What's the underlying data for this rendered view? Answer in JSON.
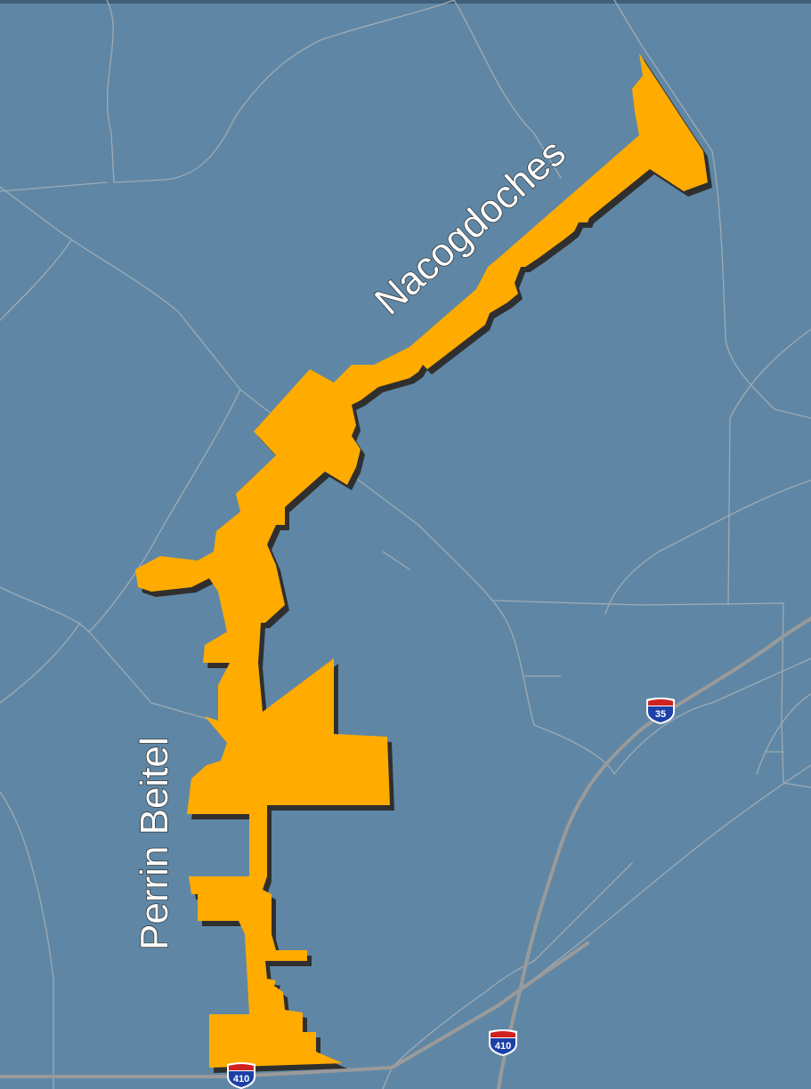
{
  "map": {
    "colors": {
      "background": "#5f87a5",
      "road": "#9eaab5",
      "highway": "#9a9a9a",
      "district_fill": "#ffab00",
      "district_shadow": "#2f2f2f",
      "shield_blue": "#1c3fa8",
      "shield_red": "#d02020"
    },
    "labels": {
      "corridor_northeast": "Nacogdoches",
      "corridor_west": "Perrin Beitel"
    },
    "shields": [
      {
        "route": "35",
        "icon": "interstate-shield-icon"
      },
      {
        "route": "410",
        "icon": "interstate-shield-icon"
      },
      {
        "route": "410",
        "icon": "interstate-shield-icon"
      }
    ]
  }
}
